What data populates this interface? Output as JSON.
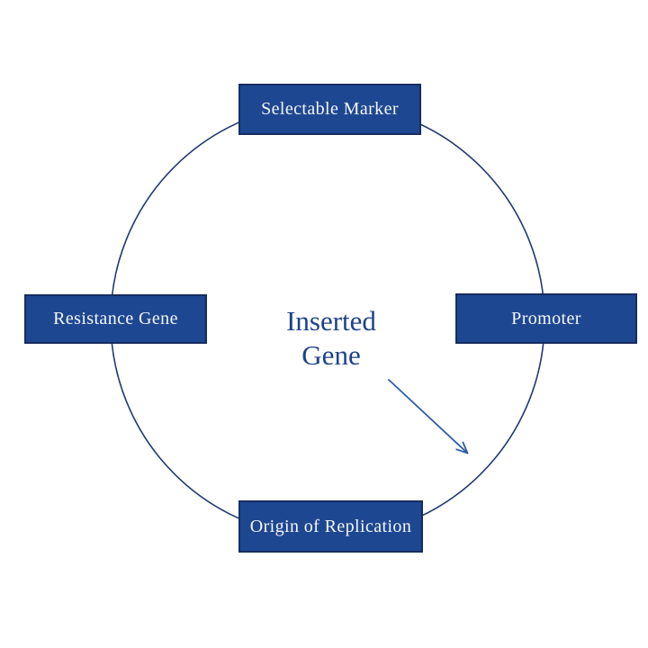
{
  "diagram": {
    "title_implied": "Plasmid map diagram",
    "center_label": "Inserted\nGene",
    "nodes": [
      {
        "id": "selectable-marker",
        "label": "Selectable Marker",
        "position": "top"
      },
      {
        "id": "promoter",
        "label": "Promoter",
        "position": "right"
      },
      {
        "id": "origin-of-replication",
        "label": "Origin of Replication",
        "position": "bottom"
      },
      {
        "id": "resistance-gene",
        "label": "Resistance Gene",
        "position": "left"
      }
    ],
    "colors": {
      "background": "#ffffff",
      "box_fill": "#1e4792",
      "box_border": "#172c60",
      "box_text": "#f5f6f8",
      "circle_stroke": "#1f3a73",
      "arrow": "#2e5cab",
      "center_text": "#1d4289"
    }
  }
}
